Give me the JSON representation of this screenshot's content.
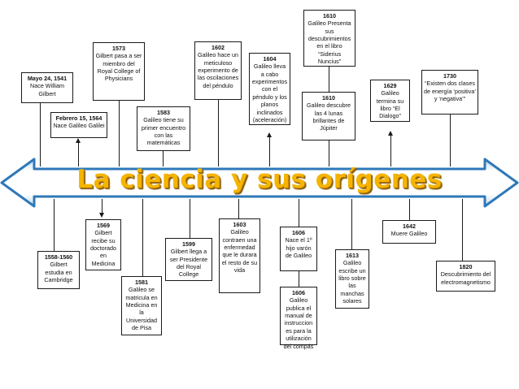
{
  "title": "La ciencia y sus orígenes",
  "colors": {
    "bar": "#2f78b8",
    "bar_light": "#bcd6ee",
    "title": "#f5b400"
  },
  "events_top": [
    {
      "year": "Mayo 24,  1541",
      "text": "Nace William Gilbert"
    },
    {
      "year": "Febrero 15,  1564",
      "text": "Nace Galileo Galilei"
    },
    {
      "year": "1573",
      "text": "Gilbert pasa a ser miembro del Royal College of Physicians"
    },
    {
      "year": "1583",
      "text": "Galileo tiene su primer encuentro con las matemáticas"
    },
    {
      "year": "1602",
      "text": "Galileo hace un meticuloso experimento de las oscilaciones del péndulo"
    },
    {
      "year": "1604",
      "text": "Galileo lleva a cabo experimentos con el péndulo y los planos inclinados (aceleración)"
    },
    {
      "year": "1610",
      "text": "Galileo Presenta sus descubrimientos en el libro “Siderius Nuncius”"
    },
    {
      "year": "1610",
      "text": "Galileo descubre las 4 lunas brillantes de Júpiter"
    },
    {
      "year": "1629",
      "text": "Galileo termina su libro “El Dialogo”"
    },
    {
      "year": "1730",
      "text": "“Existen dos clases de energía ‘positiva’ y ‘negativa’”"
    }
  ],
  "events_bottom": [
    {
      "year": "1558-1560",
      "text": "Gilbert estudia en Cambridge"
    },
    {
      "year": "1569",
      "text": "Gilbert recibe su doctorado en Medicina"
    },
    {
      "year": "1581",
      "text": "Galileo se matricula en Medicina en la Universidad de Pisa"
    },
    {
      "year": "1599",
      "text": "Gilbert llega a ser Presidente del Royal College"
    },
    {
      "year": "1603",
      "text": "Galileo contraen una enfermedad que le durara el resto de su vida"
    },
    {
      "year": "1606",
      "text": "Nace el 1º hijo varón de Galileo"
    },
    {
      "year": "1606",
      "text": "Galileo publica el manual de instruccion es para la utilización del compás"
    },
    {
      "year": "1613",
      "text": "Galileo escribe un libro sobre las manchas solares"
    },
    {
      "year": "1642",
      "text": "Muere Galileo"
    },
    {
      "year": "1820",
      "text": "Descubrimiento del electromagnetismo"
    }
  ]
}
